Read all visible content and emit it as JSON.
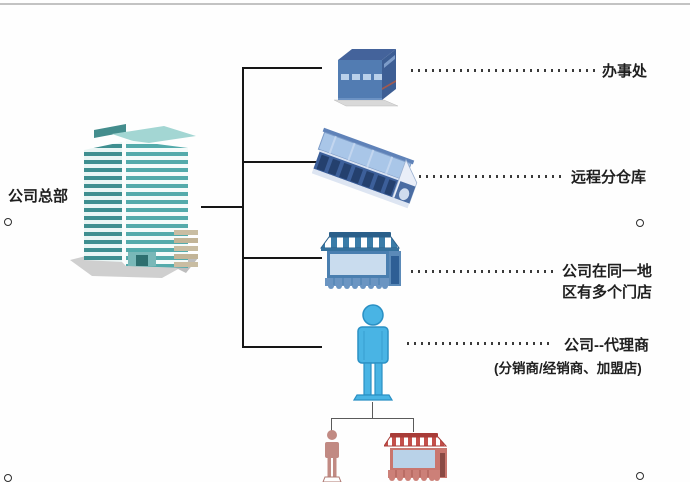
{
  "diagram": {
    "title_context": "company-network-structure",
    "root": {
      "label": "公司总部",
      "icon": "hq-building-icon"
    },
    "nodes": [
      {
        "id": "office",
        "label": "办事处",
        "icon": "office-building-icon"
      },
      {
        "id": "warehouse",
        "label": "远程分仓库",
        "icon": "warehouse-icon"
      },
      {
        "id": "stores",
        "label_line1": "公司在同一地",
        "label_line2": "区有多个门店",
        "icon": "storefront-icon"
      },
      {
        "id": "agent",
        "label": "公司--代理商",
        "sublabel": "(分销商/经销商、加盟店)",
        "icon": "agent-person-icon"
      }
    ],
    "agent_children": [
      {
        "id": "sub-agent",
        "icon": "small-person-icon"
      },
      {
        "id": "franchise-store",
        "icon": "red-storefront-icon"
      }
    ],
    "handles": {
      "count": 4,
      "shape": "hollow-circle"
    }
  },
  "colors": {
    "hq_teal_dark": "#3f8f90",
    "hq_teal_light": "#54abab",
    "office_blue": "#527cb2",
    "warehouse_blue": "#3c5f9a",
    "roof_light_blue": "#a9c6e8",
    "store_awning_blue": "#3a7ca8",
    "person_blue": "#49b4e4",
    "person_pink": "#c18a83",
    "store_red": "#c4504a",
    "connector_black": "#161616",
    "border_gray": "#c3c3c3"
  }
}
